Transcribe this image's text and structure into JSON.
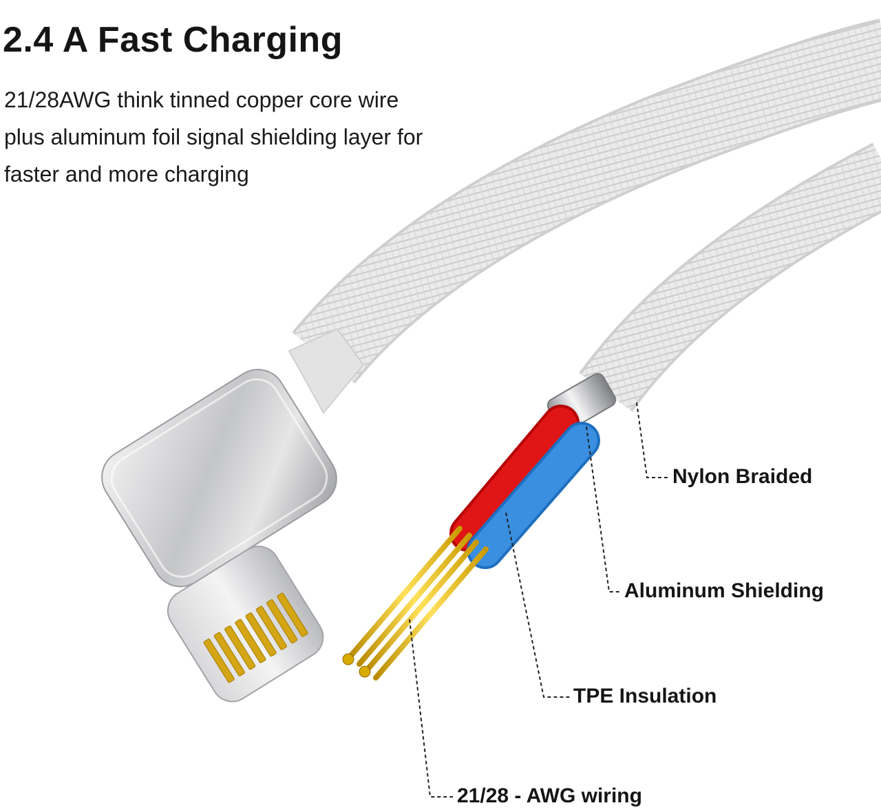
{
  "headline": "2.4 A Fast Charging",
  "description": [
    "21/28AWG think tinned copper core wire",
    "plus aluminum foil signal shielding layer for",
    "faster and more charging"
  ],
  "callouts": {
    "nylon": "Nylon Braided",
    "aluminum": "Aluminum Shielding",
    "tpe": "TPE Insulation",
    "awg": "21/28 - AWG wiring"
  },
  "colors": {
    "red_wire": "#e01515",
    "blue_wire": "#3a8fe0",
    "gold_core": "#e8b800",
    "cable_braid": "#e9e9e9",
    "connector_silver": "#c9cacc"
  },
  "icons": [
    "lightning-connector",
    "braided-cable",
    "wire-cross-section"
  ]
}
